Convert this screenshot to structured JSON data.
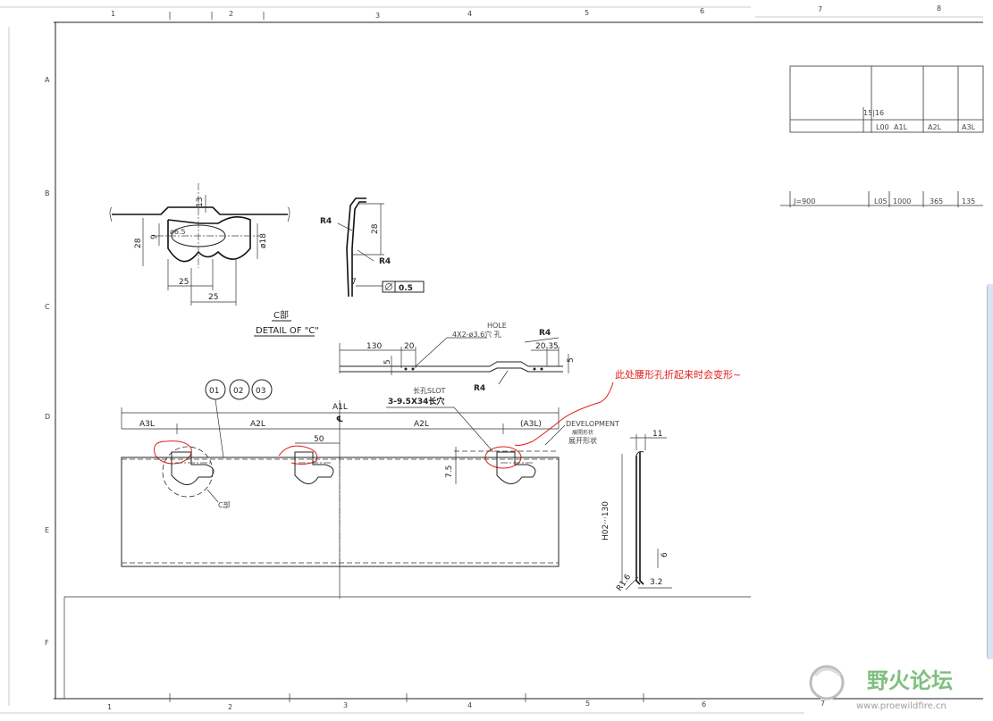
{
  "zones": {
    "top": [
      "1",
      "2",
      "3",
      "4",
      "5",
      "6",
      "7",
      "8"
    ],
    "bottom": [
      "1",
      "2",
      "3",
      "4",
      "5",
      "6",
      "7"
    ],
    "left": [
      "A",
      "B",
      "C",
      "D",
      "E",
      "F"
    ]
  },
  "title_block": {
    "row1": [
      "15|16",
      "L00",
      "A1L",
      "A2L",
      "A3L"
    ],
    "row2": [
      "J=900",
      "L05",
      "1000",
      "365",
      "135"
    ]
  },
  "detail_c": {
    "dims": {
      "h13": "13",
      "h28": "28",
      "h9": "9",
      "d18": "ø18",
      "r5": "ø6.5",
      "w25a": "25",
      "w25b": "25"
    },
    "title_cn": "C部",
    "title_en": "DETAIL OF \"C\""
  },
  "bend_view": {
    "r4_top": "R4",
    "r4_bottom": "R4",
    "h28": "28",
    "t7": "7",
    "flatness": "0.5"
  },
  "top_view": {
    "d130": "130",
    "d20": "20",
    "d5": "5",
    "d2035": "20 35",
    "d5r": "5",
    "r4_right": "R4",
    "r4_left": "R4",
    "hole_title": "HOLE",
    "hole_text": "4X2-ø3.6穴 孔"
  },
  "annotation": {
    "red_note": "此处腰形孔折起来时会变形~"
  },
  "main_view": {
    "balloons": [
      "01",
      "02",
      "03"
    ],
    "a1l": "A1L",
    "centerline": "℄",
    "a3l_left": "A3L",
    "a2l_left": "A2L",
    "a2l_right": "A2L",
    "a3l_right": "(A3L)",
    "d50": "50",
    "d7_5": "7.5",
    "slot_title": "长孔SLOT",
    "slot_text": "3-9.5X34长穴",
    "development_en": "DEVELOPMENT",
    "development_jp": "展開形状",
    "development_cn": "展开形状",
    "detail_ref": "C部"
  },
  "side_view": {
    "d11": "11",
    "height": "H02···130",
    "d6": "6",
    "d3_2": "3.2",
    "r1_6": "R1.6"
  },
  "watermark": {
    "title": "野火论坛",
    "url": "www.proewildfire.cn",
    "color": "#7fbf7f"
  }
}
